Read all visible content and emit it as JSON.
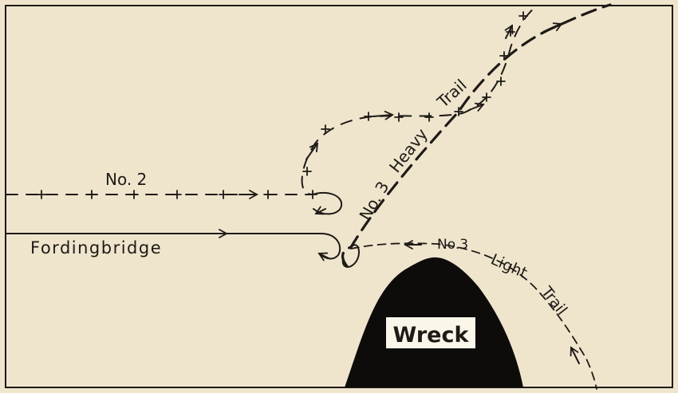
{
  "figure": {
    "colors": {
      "paper": "#efe5cd",
      "ink": "#1e1a16",
      "wreck_fill": "#0e0c0a",
      "label_box": "#fbf6ea"
    },
    "labels": {
      "no2": "No. 2",
      "fordingbridge": "Fordingbridge",
      "no3_heavy_a": "No. 3",
      "no3_heavy_b": "Heavy",
      "no3_heavy_c": "Trail",
      "no3_light_a": "No.3",
      "no3_light_b": "Light",
      "no3_light_c": "Trail",
      "wreck": "Wreck"
    },
    "marks": [
      "dashed-line-with-crosses",
      "arrow-heads",
      "solid-line",
      "bold-dashed-line",
      "thin-dashed-line"
    ]
  }
}
